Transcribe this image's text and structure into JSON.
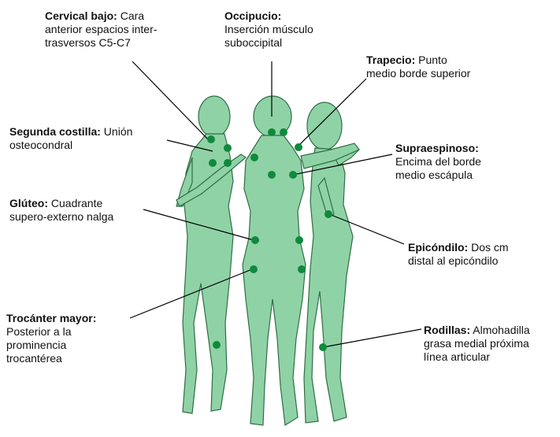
{
  "labels": {
    "cervical": {
      "title": "Cervical bajo:",
      "text1": " Cara",
      "line2": "anterior espacios inter-",
      "line3": "trasversos C5-C7"
    },
    "occipucio": {
      "title": "Occipucio:",
      "line2": "Inserción músculo",
      "line3": "suboccipital"
    },
    "trapecio": {
      "title": "Trapecio:",
      "text1": " Punto",
      "line2": "medio borde superior"
    },
    "segunda": {
      "title": "Segunda costilla:",
      "text1": " Unión",
      "line2": "osteocondral"
    },
    "supra": {
      "title": "Supraespinoso:",
      "line2": "Encima del borde",
      "line3": "medio escápula"
    },
    "gluteo": {
      "title": "Glúteo:",
      "text1": " Cuadrante",
      "line2": "supero-externo nalga"
    },
    "epicondilo": {
      "title": "Epicóndilo:",
      "text1": " Dos cm",
      "line2": "distal al epicóndilo"
    },
    "trocanter": {
      "title": "Trocánter mayor:",
      "line2": "Posterior a la",
      "line3": "prominencia",
      "line4": "trocantérea"
    },
    "rodillas": {
      "title": "Rodillas:",
      "text1": " Almohadilla",
      "line2": "grasa medial próxima",
      "line3": "línea articular"
    }
  },
  "colors": {
    "figure_fill": "#8fd2a6",
    "figure_stroke": "#2f6e45",
    "point": "#0f8a3c",
    "line": "#000000"
  }
}
